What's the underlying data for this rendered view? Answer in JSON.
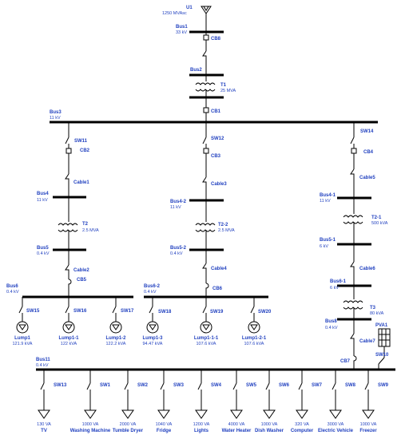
{
  "source": {
    "name": "U1",
    "rating": "1250 MVAsc"
  },
  "buses": {
    "bus1": {
      "name": "Bus1",
      "kv": "33 kV"
    },
    "bus2": {
      "name": "Bus2"
    },
    "bus3": {
      "name": "Bus3",
      "kv": "11 kV"
    },
    "bus4": {
      "name": "Bus4",
      "kv": "11 kV"
    },
    "bus4_2": {
      "name": "Bus4-2",
      "kv": "11 kV"
    },
    "bus4_1": {
      "name": "Bus4-1",
      "kv": "11 kV"
    },
    "bus5": {
      "name": "Bus5",
      "kv": "0.4 kV"
    },
    "bus5_2": {
      "name": "Bus5-2",
      "kv": "0.4 kV"
    },
    "bus5_1": {
      "name": "Bus5-1",
      "kv": "6 kV"
    },
    "bus6": {
      "name": "Bus6",
      "kv": "0.4 kV"
    },
    "bus6_2": {
      "name": "Bus6-2",
      "kv": "0.4 kV"
    },
    "bus6_1": {
      "name": "Bus6-1",
      "kv": "6 kV"
    },
    "bus8": {
      "name": "Bus8",
      "kv": "0.4 kV"
    },
    "bus11": {
      "name": "Bus11",
      "kv": "0.4 kV"
    }
  },
  "transformers": {
    "t1": {
      "name": "T1",
      "rating": "25 MVA"
    },
    "t2": {
      "name": "T2",
      "rating": "2.5 MVA"
    },
    "t2_2": {
      "name": "T2-2",
      "rating": "2.5 MVA"
    },
    "t2_1": {
      "name": "T2-1",
      "rating": "500 kVA"
    },
    "t3": {
      "name": "T3",
      "rating": "80 kVA"
    }
  },
  "breakers": {
    "cb8": "CB8",
    "cb1": "CB1",
    "cb2": "CB2",
    "cb3": "CB3",
    "cb4": "CB4",
    "cb5": "CB5",
    "cb6": "CB6",
    "cb7": "CB7"
  },
  "switches": {
    "sw11": "SW11",
    "sw12": "SW12",
    "sw14": "SW14",
    "sw15": "SW15",
    "sw16": "SW16",
    "sw17": "SW17",
    "sw18": "SW18",
    "sw19": "SW19",
    "sw20": "SW20",
    "sw10": "SW10"
  },
  "cables": {
    "cable1": "Cable1",
    "cable2": "Cable2",
    "cable3": "Cable3",
    "cable4": "Cable4",
    "cable5": "Cable5",
    "cable6": "Cable6",
    "cable7": "Cable7"
  },
  "pv": {
    "name": "PVA1"
  },
  "lumps": [
    {
      "name": "Lump1",
      "rating": "121.9 kVA"
    },
    {
      "name": "Lump1-1",
      "rating": "122 kVA"
    },
    {
      "name": "Lump1-2",
      "rating": "122.2 kVA"
    },
    {
      "name": "Lump1-3",
      "rating": "94.47 kVA"
    },
    {
      "name": "Lump1-1-1",
      "rating": "107.6 kVA"
    },
    {
      "name": "Lump1-2-1",
      "rating": "107.6 kVA"
    }
  ],
  "appliances": [
    {
      "switch": "SW13",
      "rating": "130 VA",
      "name": "TV"
    },
    {
      "switch": "SW1",
      "rating": "1000 VA",
      "name": "Washing Machine"
    },
    {
      "switch": "SW2",
      "rating": "2000 VA",
      "name": "Tumble Dryer"
    },
    {
      "switch": "SW3",
      "rating": "1040 VA",
      "name": "Fridge"
    },
    {
      "switch": "SW4",
      "rating": "1200 VA",
      "name": "Lights"
    },
    {
      "switch": "SW5",
      "rating": "4000 VA",
      "name": "Water Heater"
    },
    {
      "switch": "SW6",
      "rating": "1000 VA",
      "name": "Dish Washer"
    },
    {
      "switch": "SW7",
      "rating": "320 VA",
      "name": "Computer"
    },
    {
      "switch": "SW8",
      "rating": "3000 VA",
      "name": "Electric Vehicle"
    },
    {
      "switch": "SW9",
      "rating": "1000 VA",
      "name": "Freezer"
    }
  ]
}
